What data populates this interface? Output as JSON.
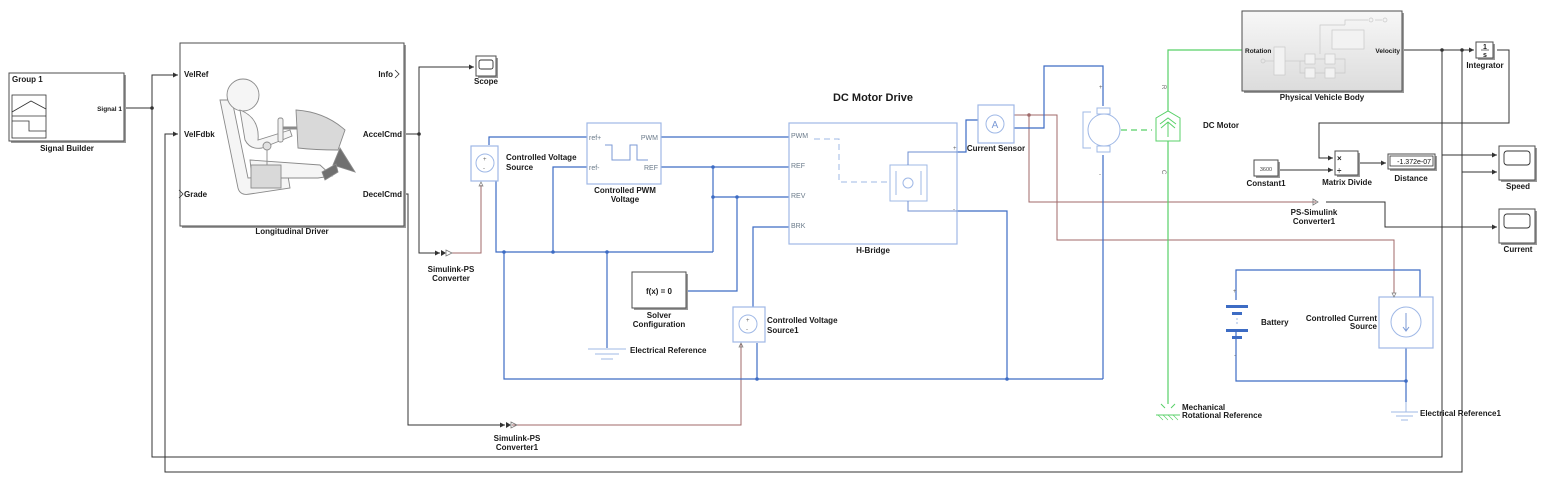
{
  "diagram": {
    "subsystem_title": "DC Motor Drive",
    "colors": {
      "signal_wire": "#333333",
      "electrical_wire": "#3d6cc4",
      "physical_signal_wire": "#a06a6a",
      "mechanical_wire": "#58d068",
      "ps_block_border": "#9fb8e6"
    }
  },
  "blocks": {
    "signal_builder": {
      "name": "Signal Builder",
      "group": "Group 1",
      "out_port": "Signal 1"
    },
    "longitudinal_driver": {
      "name": "Longitudinal Driver",
      "in_ports": [
        "VelRef",
        "VelFdbk",
        "Grade"
      ],
      "out_ports": [
        "Info",
        "AccelCmd",
        "DecelCmd"
      ]
    },
    "scope": {
      "name": "Scope"
    },
    "simulink_ps_converter": {
      "name_line1": "Simulink-PS",
      "name_line2": "Converter"
    },
    "simulink_ps_converter1": {
      "name_line1": "Simulink-PS",
      "name_line2": "Converter1"
    },
    "controlled_voltage_source": {
      "name_line1": "Controlled Voltage",
      "name_line2": "Source",
      "plus": "+",
      "minus": "-"
    },
    "controlled_voltage_source1": {
      "name_line1": "Controlled Voltage",
      "name_line2": "Source1",
      "plus": "+",
      "minus": "-"
    },
    "controlled_pwm_voltage": {
      "name_line1": "Controlled PWM",
      "name_line2": "Voltage",
      "in_ports": [
        "ref+",
        "ref-"
      ],
      "out_ports": [
        "PWM",
        "REF"
      ]
    },
    "solver_configuration": {
      "name_line1": "Solver",
      "name_line2": "Configuration",
      "expr": "f(x) = 0"
    },
    "electrical_reference": {
      "name": "Electrical Reference"
    },
    "electrical_reference1": {
      "name": "Electrical Reference1"
    },
    "h_bridge": {
      "name": "H-Bridge",
      "in_ports": [
        "PWM",
        "REF",
        "REV",
        "BRK"
      ],
      "out_ports": [
        "+",
        "-"
      ]
    },
    "current_sensor": {
      "name": "Current Sensor",
      "glyph": "A"
    },
    "dc_motor": {
      "name": "DC Motor",
      "ports": [
        "+",
        "-"
      ],
      "mech_ports": [
        "R",
        "C"
      ]
    },
    "physical_vehicle_body": {
      "name": "Physical Vehicle Body",
      "in_port": "Rotation",
      "out_port": "Velocity"
    },
    "integrator": {
      "name": "Integrator",
      "num": "1",
      "den": "s"
    },
    "constant1": {
      "name": "Constant1",
      "value": "3600"
    },
    "matrix_divide": {
      "name": "Matrix Divide",
      "in_ports": [
        "×",
        "÷"
      ]
    },
    "distance": {
      "name": "Distance",
      "value": "-1.372e-07"
    },
    "speed_scope": {
      "name": "Speed"
    },
    "current_scope": {
      "name": "Current"
    },
    "ps_simulink_converter1": {
      "name_line1": "PS-Simulink",
      "name_line2": "Converter1"
    },
    "battery": {
      "name": "Battery",
      "plus": "+",
      "minus": "-"
    },
    "controlled_current_source": {
      "name_line1": "Controlled Current",
      "name_line2": "Source"
    },
    "mechanical_rotational_reference": {
      "name_line1": "Mechanical",
      "name_line2": "Rotational Reference"
    }
  }
}
